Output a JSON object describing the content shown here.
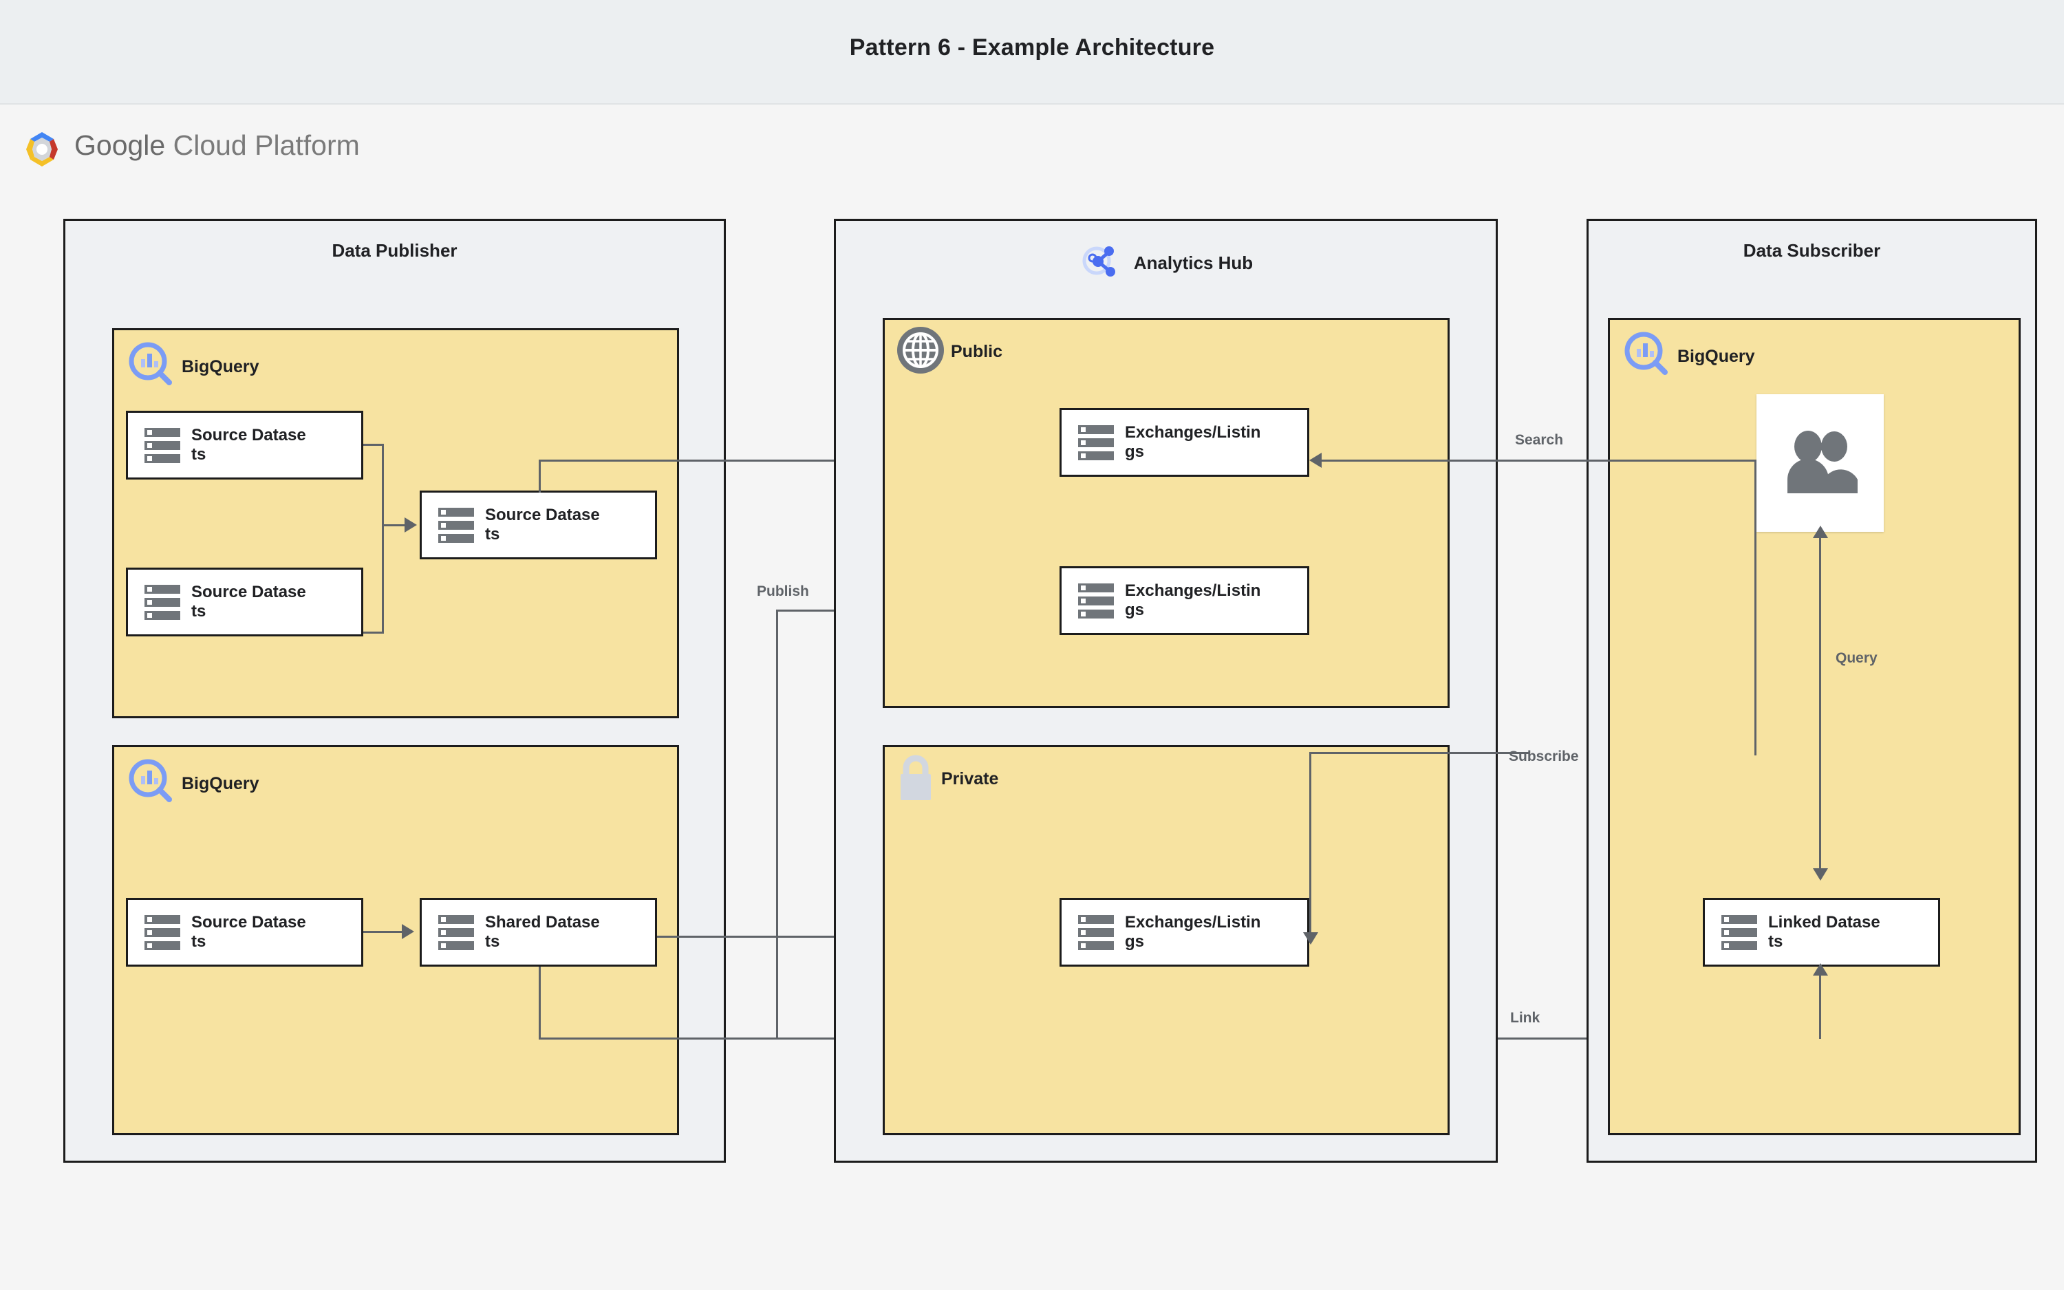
{
  "title": "Pattern 6 - Example Architecture",
  "brand": {
    "logo_text_bold": "Google",
    "logo_text_light": " Cloud Platform",
    "logo_icon": "gcp-hexagon-icon",
    "colors": {
      "blue": "#4285F4",
      "red": "#C5382B",
      "yellow": "#F4C027",
      "grey": "#9AA0A6"
    }
  },
  "canvas": {
    "background": "#f5f5f5",
    "group_background": "#eff1f3",
    "panel_fill": "#f7e3a1",
    "node_fill": "#ffffff",
    "stroke": "#1c1c1c",
    "connector": "#5f6368",
    "icon_grey": "#70757a",
    "bigquery_blue": "#7b9cf5"
  },
  "groups": [
    {
      "id": "data-publisher",
      "title": "Data Publisher",
      "icon": null,
      "panels": [
        {
          "id": "publisher-bigquery-top",
          "label": "BigQuery",
          "icon": "bigquery-icon",
          "nodes": [
            {
              "id": "src-ds-1",
              "label": "Source Datasets",
              "icon": "dataset-icon"
            },
            {
              "id": "src-ds-2",
              "label": "Source Datasets",
              "icon": "dataset-icon"
            },
            {
              "id": "src-ds-3",
              "label": "Source Datasets",
              "icon": "dataset-icon"
            }
          ]
        },
        {
          "id": "publisher-bigquery-bottom",
          "label": "BigQuery",
          "icon": "bigquery-icon",
          "nodes": [
            {
              "id": "src-ds-4",
              "label": "Source Datasets",
              "icon": "dataset-icon"
            },
            {
              "id": "shared-ds",
              "label": "Shared Datasets",
              "icon": "dataset-icon"
            }
          ]
        }
      ]
    },
    {
      "id": "analytics-hub",
      "title": "Analytics Hub",
      "icon": "analytics-hub-share-icon",
      "panels": [
        {
          "id": "public-exchange",
          "label": "Public",
          "icon": "globe-icon",
          "nodes": [
            {
              "id": "public-listing-1",
              "label": "Exchanges/Listings",
              "icon": "dataset-icon"
            },
            {
              "id": "public-listing-2",
              "label": "Exchanges/Listings",
              "icon": "dataset-icon"
            }
          ]
        },
        {
          "id": "private-exchange",
          "label": "Private",
          "icon": "lock-icon",
          "nodes": [
            {
              "id": "private-listing-1",
              "label": "Exchanges/Listings",
              "icon": "dataset-icon"
            }
          ]
        }
      ]
    },
    {
      "id": "data-subscriber",
      "title": "Data Subscriber",
      "icon": null,
      "panels": [
        {
          "id": "subscriber-bigquery",
          "label": "BigQuery",
          "icon": "bigquery-icon",
          "nodes": [
            {
              "id": "subscriber-users",
              "label": "",
              "icon": "users-icon"
            },
            {
              "id": "linked-ds",
              "label": "Linked Datasets",
              "icon": "dataset-icon"
            }
          ]
        }
      ]
    }
  ],
  "edge_labels": {
    "publish": "Publish",
    "search": "Search",
    "subscribe": "Subscribe",
    "query": "Query",
    "link": "Link"
  }
}
